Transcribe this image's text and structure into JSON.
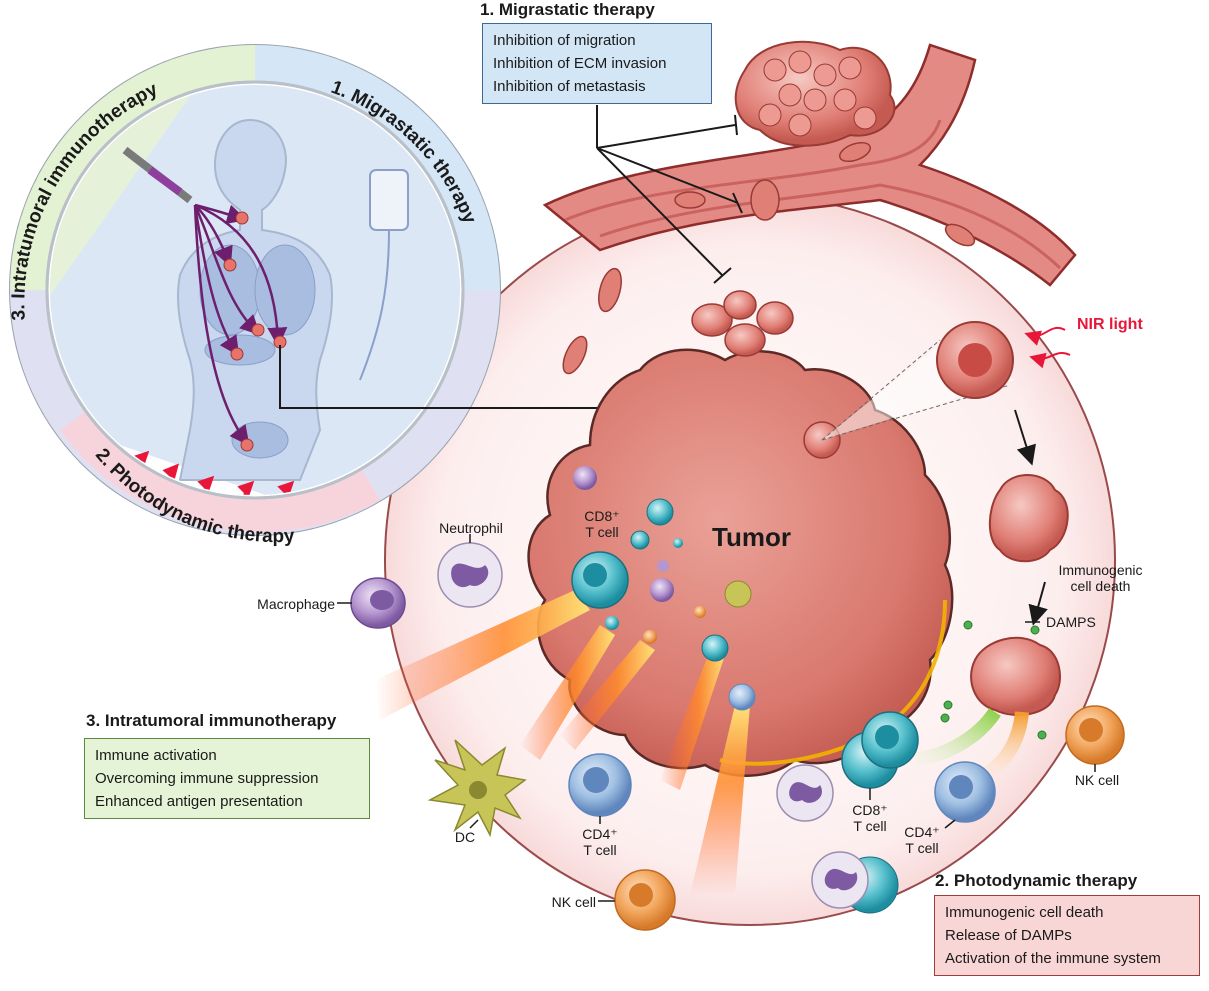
{
  "panels": {
    "migrastatic": {
      "title": "1. Migrastatic therapy",
      "items": [
        "Inhibition of migration",
        "Inhibition of ECM invasion",
        "Inhibition of metastasis"
      ]
    },
    "immunotherapy": {
      "title": "3. Intratumoral immunotherapy",
      "items": [
        "Immune activation",
        "Overcoming immune suppression",
        "Enhanced antigen presentation"
      ]
    },
    "photodynamic": {
      "title": "2. Photodynamic therapy",
      "items": [
        "Immunogenic cell death",
        "Release of DAMPs",
        "Activation of the immune system"
      ]
    }
  },
  "ring": {
    "migrastatic": "1. Migrastatic therapy",
    "photodynamic": "2. Photodynamic therapy",
    "immunotherapy": "3. Intratumoral immunotherapy"
  },
  "labels": {
    "tumor": "Tumor",
    "nir_light": "NIR light",
    "cd8_tumor": "CD8⁺",
    "cd8_tumor_2": "T cell",
    "neutrophil": "Neutrophil",
    "macrophage": "Macrophage",
    "dc": "DC",
    "cd4_left": "CD4⁺",
    "cd4_left_2": "T cell",
    "nk_bottom": "NK cell",
    "immunogenic": "Immunogenic",
    "immunogenic_2": "cell death",
    "damps": "DAMPS",
    "nk_right": "NK cell",
    "cd8_right": "CD8⁺",
    "cd8_right_2": "T cell",
    "cd4_right": "CD4⁺",
    "cd4_right_2": "T cell"
  },
  "colors": {
    "tumor": "#e07f76",
    "migrastatic_box": "#d3e6f6",
    "immunotherapy_box": "#e5f3d6",
    "photodynamic_box": "#f9d6d6",
    "nir_text": "#e8173a",
    "t_cell": "#3fb3c1",
    "cd4_cell": "#8eb4dd",
    "nk_cell": "#f0a25a",
    "dc_cell": "#c8c558",
    "macrophage": "#a98bc4"
  }
}
